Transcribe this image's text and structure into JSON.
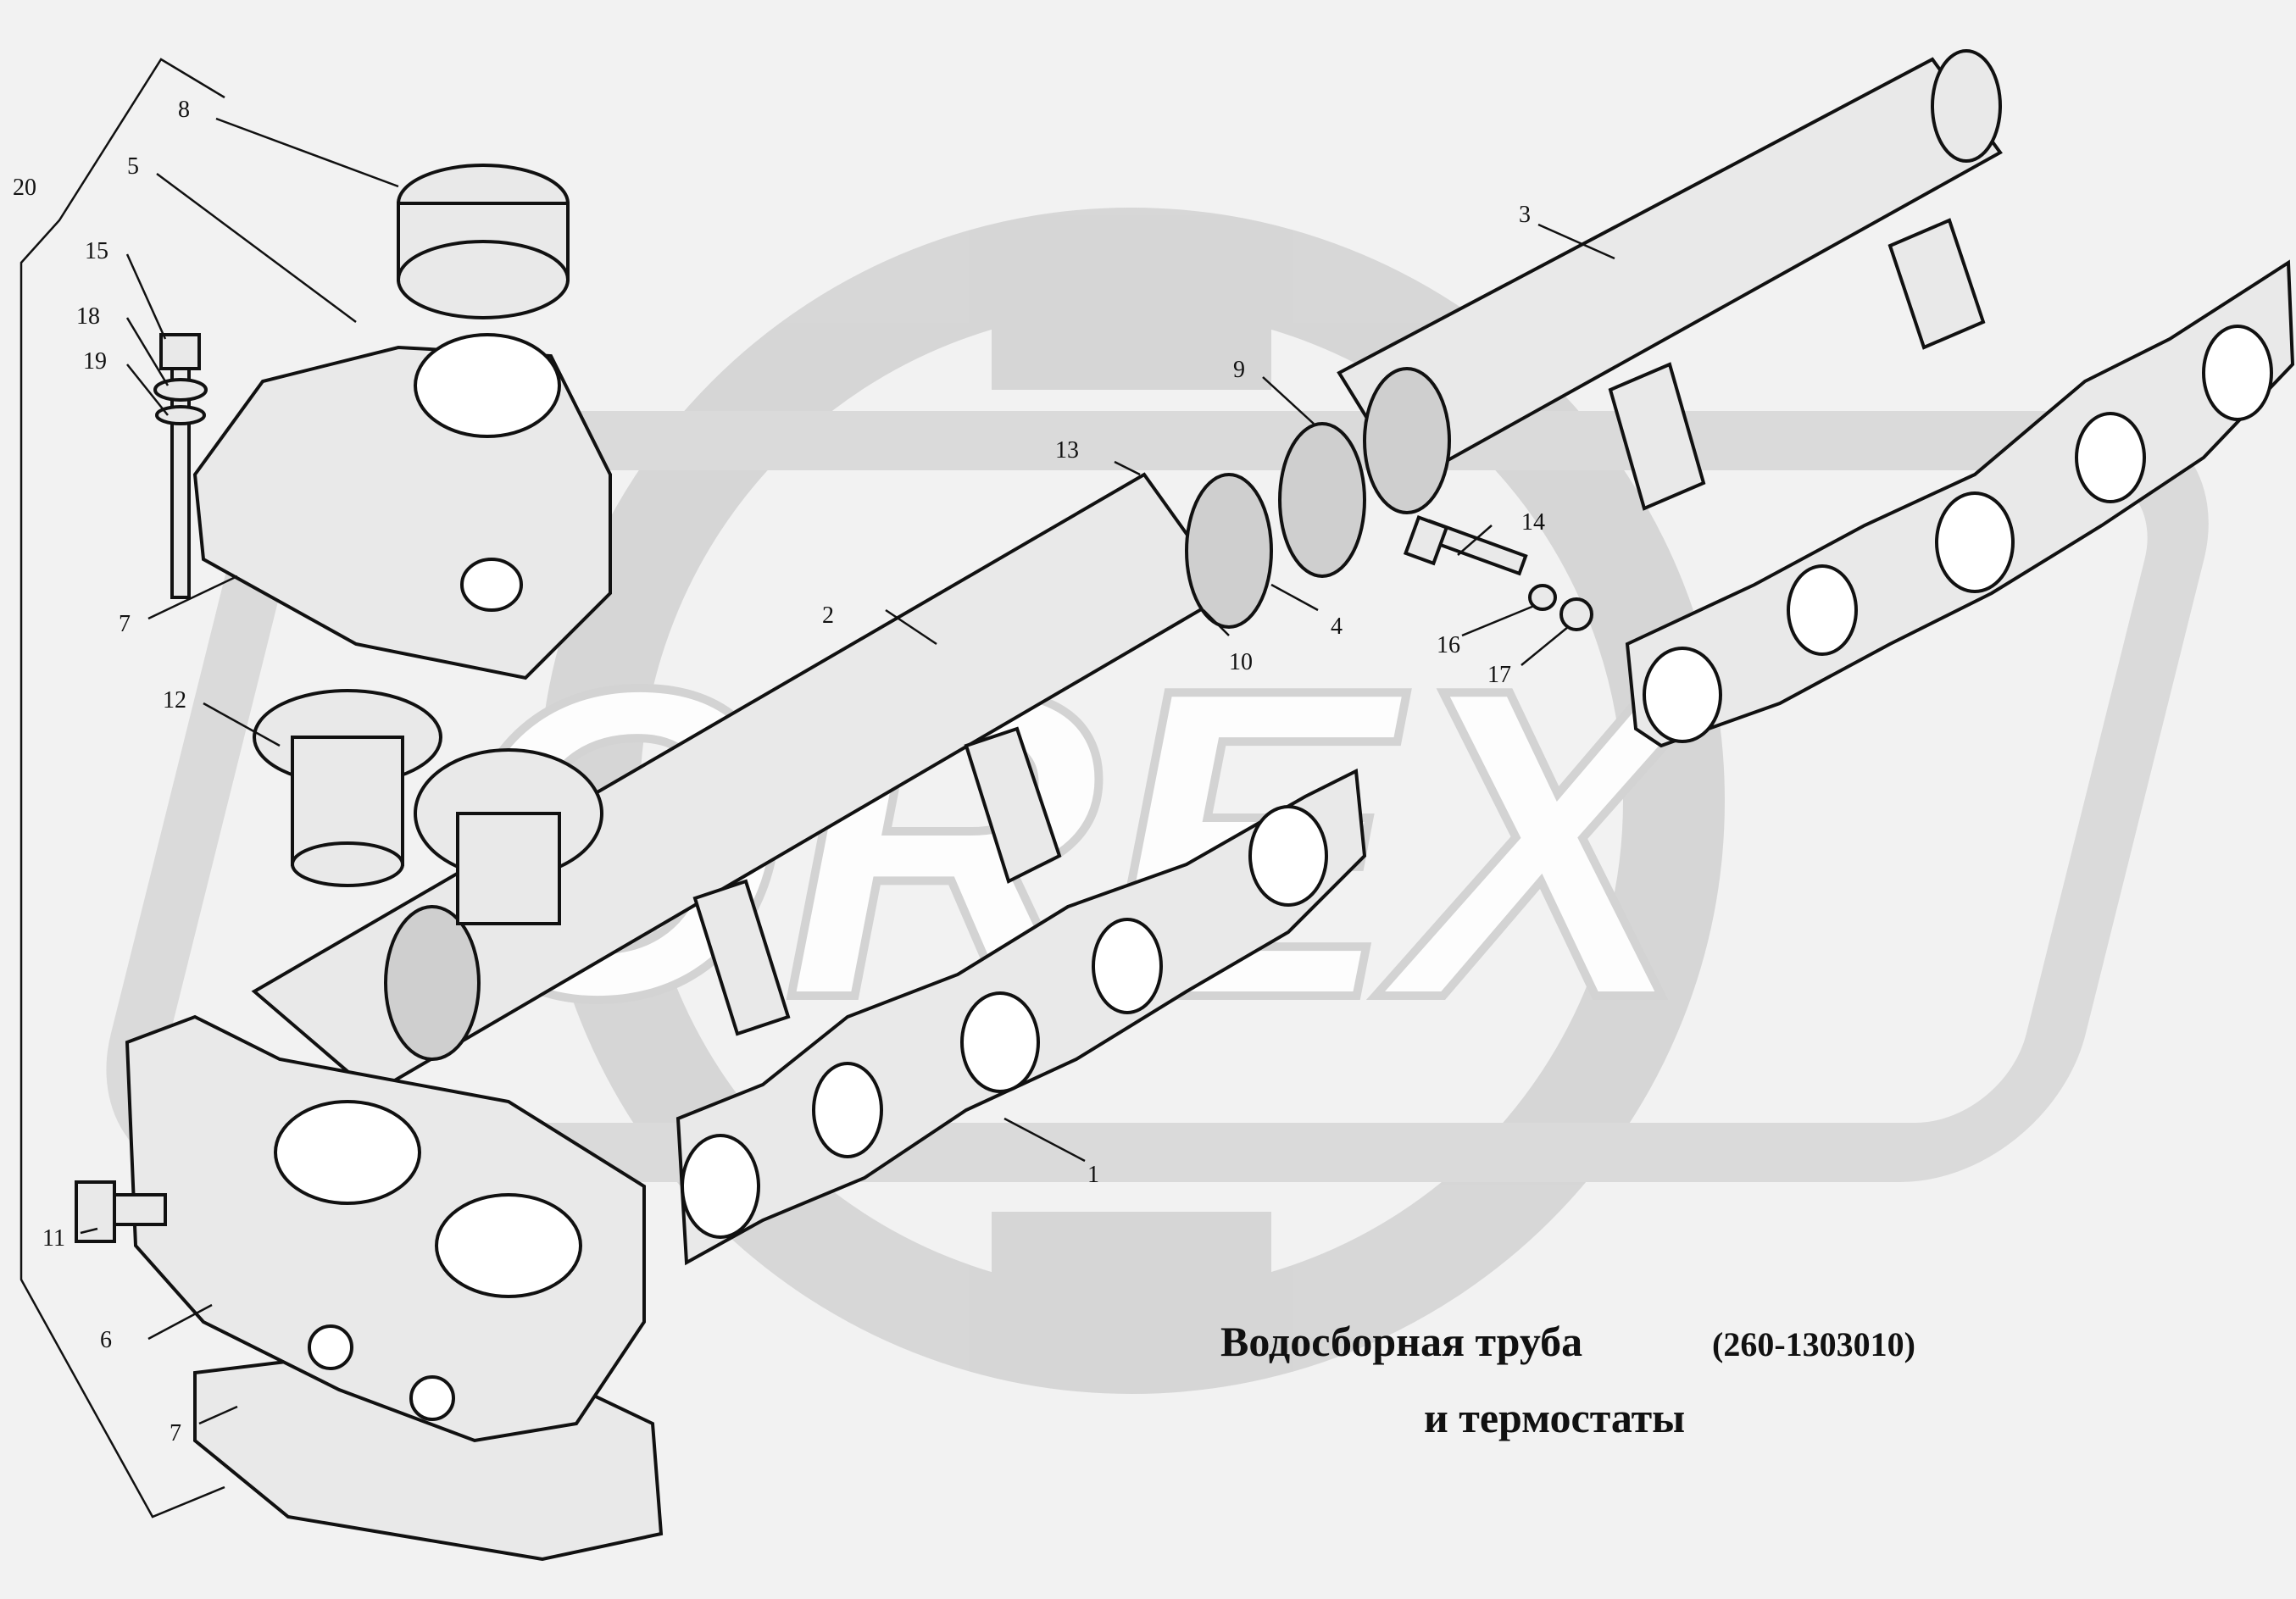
{
  "title": {
    "line1": "Водосборная труба",
    "part_number": "(260-1303010)",
    "line2": "и термостаты"
  },
  "watermark": {
    "text": "OREX"
  },
  "callouts": [
    {
      "id": "c1",
      "label": "1"
    },
    {
      "id": "c2",
      "label": "2"
    },
    {
      "id": "c3",
      "label": "3"
    },
    {
      "id": "c4",
      "label": "4"
    },
    {
      "id": "c5",
      "label": "5"
    },
    {
      "id": "c6",
      "label": "6"
    },
    {
      "id": "c7a",
      "label": "7"
    },
    {
      "id": "c7b",
      "label": "7"
    },
    {
      "id": "c8",
      "label": "8"
    },
    {
      "id": "c9",
      "label": "9"
    },
    {
      "id": "c10",
      "label": "10"
    },
    {
      "id": "c11",
      "label": "11"
    },
    {
      "id": "c12",
      "label": "12"
    },
    {
      "id": "c13",
      "label": "13"
    },
    {
      "id": "c14",
      "label": "14"
    },
    {
      "id": "c15",
      "label": "15"
    },
    {
      "id": "c16",
      "label": "16"
    },
    {
      "id": "c17",
      "label": "17"
    },
    {
      "id": "c18",
      "label": "18"
    },
    {
      "id": "c19",
      "label": "19"
    },
    {
      "id": "c20",
      "label": "20"
    }
  ],
  "colors": {
    "line": "#111111",
    "part_fill": "#e9e9e9",
    "watermark": "#cfcfcf",
    "background": "#f2f2f2"
  }
}
